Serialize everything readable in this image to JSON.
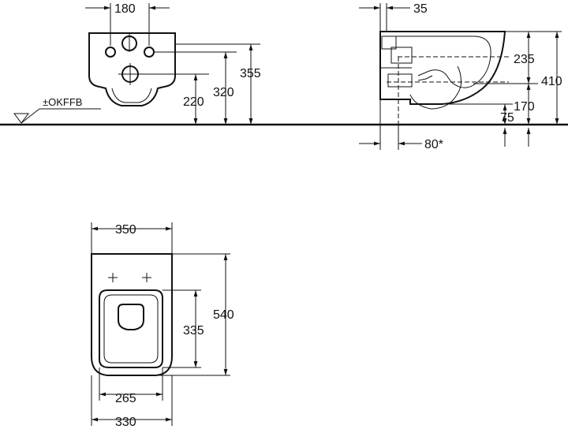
{
  "drawing": {
    "front": {
      "d180": "180",
      "d355": "355",
      "d320": "320",
      "d220": "220",
      "floor_ref": "±OKFFB"
    },
    "side": {
      "d35": "35",
      "d235": "235",
      "d410": "410",
      "d170": "170",
      "d75": "75",
      "d80": "80*"
    },
    "top": {
      "d350": "350",
      "d540": "540",
      "d335": "335",
      "d265": "265",
      "d330": "330"
    }
  }
}
